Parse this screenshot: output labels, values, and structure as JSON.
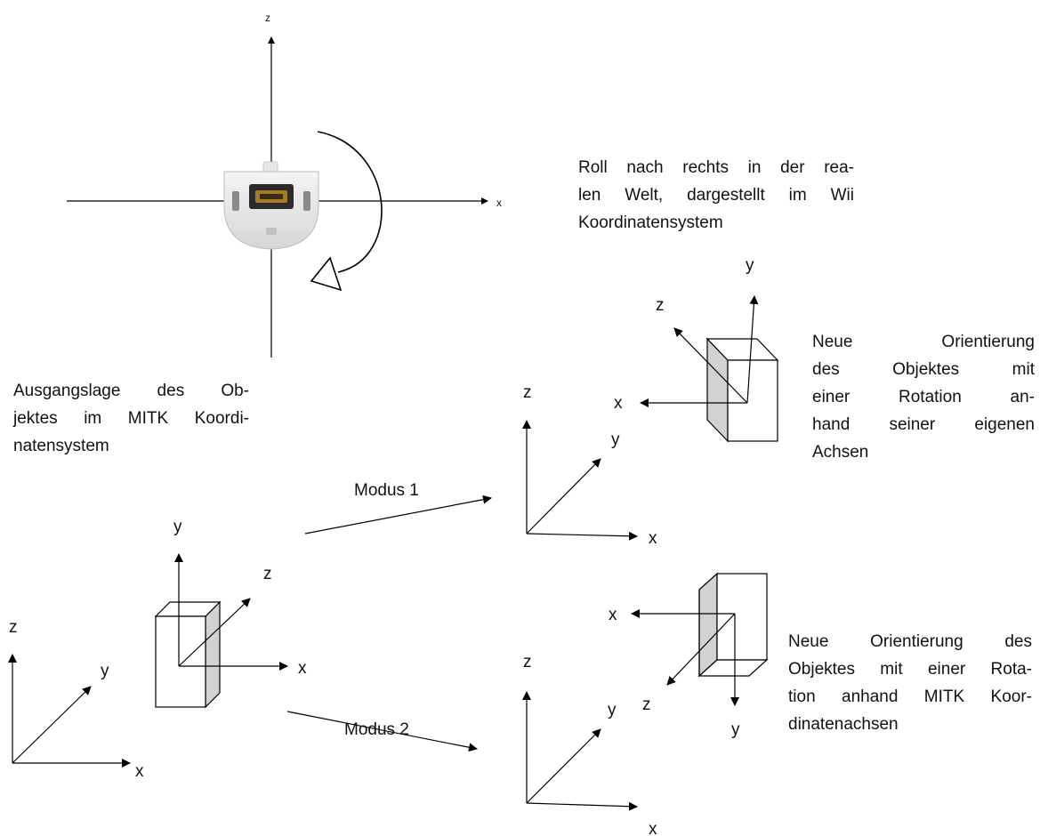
{
  "wii_axes": {
    "z": "z",
    "x": "x"
  },
  "roll_text": [
    "Roll nach rechts in der rea-",
    "len Welt, dargestellt im Wii",
    "Koordinatensystem"
  ],
  "ausgangslage_text": [
    "Ausgangslage des Ob-",
    "jektes im MITK Koordi-",
    "natensystem"
  ],
  "mode1_label": "Modus 1",
  "mode2_label": "Modus 2",
  "neue1_text": [
    "Neue Orientierung",
    "des Objektes mit",
    "einer Rotation an-",
    "hand seiner eigenen",
    "Achsen"
  ],
  "neue2_text": [
    "Neue Orientierung des",
    "Objektes mit einer Rota-",
    "tion anhand MITK Koor-",
    "dinatenachsen"
  ],
  "axis_labels": {
    "x": "x",
    "y": "y",
    "z": "z"
  }
}
